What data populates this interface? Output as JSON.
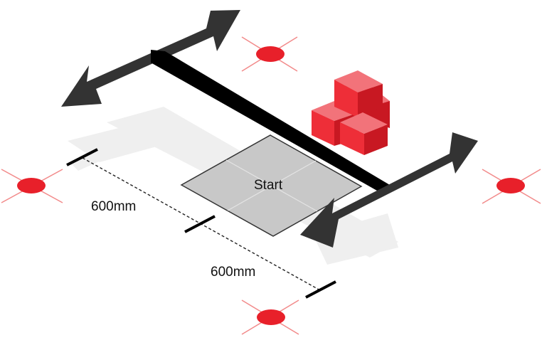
{
  "labels": {
    "start": "Start",
    "dim_first": "600mm",
    "dim_second": "600mm"
  },
  "colors": {
    "arrow": "#333333",
    "bar": "#000000",
    "start_tile": "#c8c8c8",
    "tile_edge": "#333333",
    "shadow": "#eeeeee",
    "target_red": "#e8202a",
    "target_cross": "#f28a8a",
    "cube_front": "#ee2e38",
    "cube_top": "#f2737a",
    "cube_side": "#c81822"
  },
  "icons": [
    "double-arrow-icon",
    "target-marker-icon",
    "cube-stack-icon"
  ]
}
